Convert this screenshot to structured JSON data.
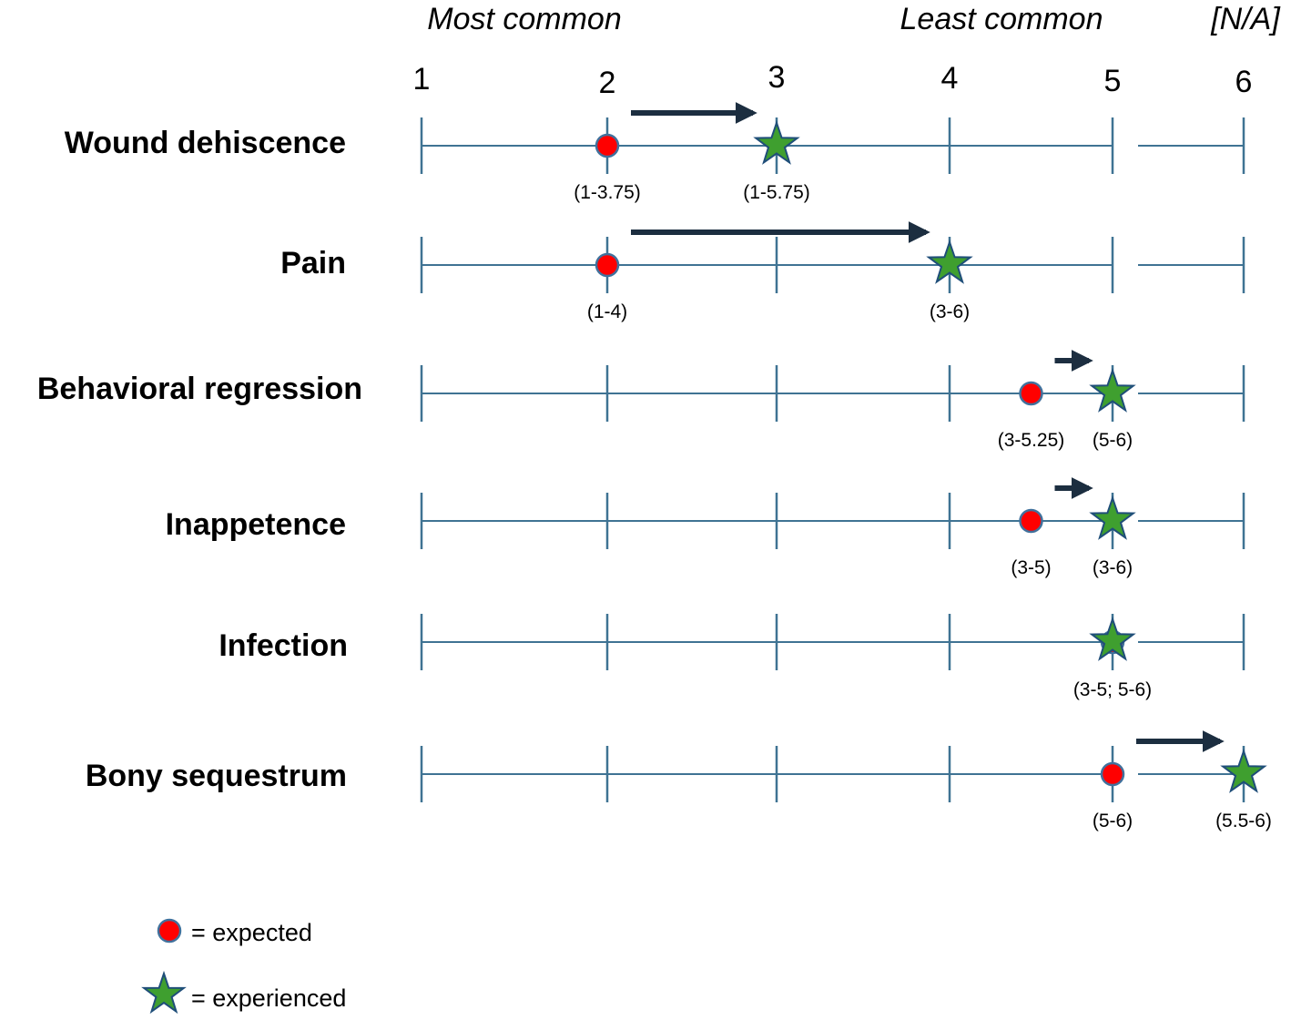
{
  "chart_data": {
    "type": "scatter",
    "headers": {
      "left": "Most common",
      "right": "Least common",
      "na": "[N/A]"
    },
    "scale_ticks": [
      "1",
      "2",
      "3",
      "4",
      "5",
      "6"
    ],
    "xlim": [
      1,
      6
    ],
    "rows": [
      {
        "label": "Wound dehiscence",
        "expected": 2,
        "experienced": 3,
        "expected_range": "(1-3.75)",
        "experienced_range": "(1-5.75)",
        "arrow": true
      },
      {
        "label": "Pain",
        "expected": 2,
        "experienced": 4,
        "expected_range": "(1-4)",
        "experienced_range": "(3-6)",
        "arrow": true
      },
      {
        "label": "Behavioral regression",
        "expected": 4.5,
        "experienced": 5,
        "expected_range": "(3-5.25)",
        "experienced_range": "(5-6)",
        "arrow": true
      },
      {
        "label": "Inappetence",
        "expected": 4.5,
        "experienced": 5,
        "expected_range": "(3-5)",
        "experienced_range": "(3-6)",
        "arrow": true
      },
      {
        "label": "Infection",
        "expected": 5,
        "experienced": 5,
        "expected_range": "",
        "experienced_range": "",
        "combined_range": "(3-5; 5-6)",
        "arrow": false
      },
      {
        "label": "Bony sequestrum",
        "expected": 5,
        "experienced": 6,
        "expected_range": "(5-6)",
        "experienced_range": "(5.5-6)",
        "arrow": true
      }
    ],
    "legend": {
      "expected": "= expected",
      "experienced": "= experienced"
    },
    "colors": {
      "axis": "#3f7393",
      "expected": "#ff0000",
      "expected_stroke": "#41719c",
      "experienced": "#3f9f2f",
      "experienced_stroke": "#1f4e79",
      "arrow": "#1c2e40"
    }
  }
}
